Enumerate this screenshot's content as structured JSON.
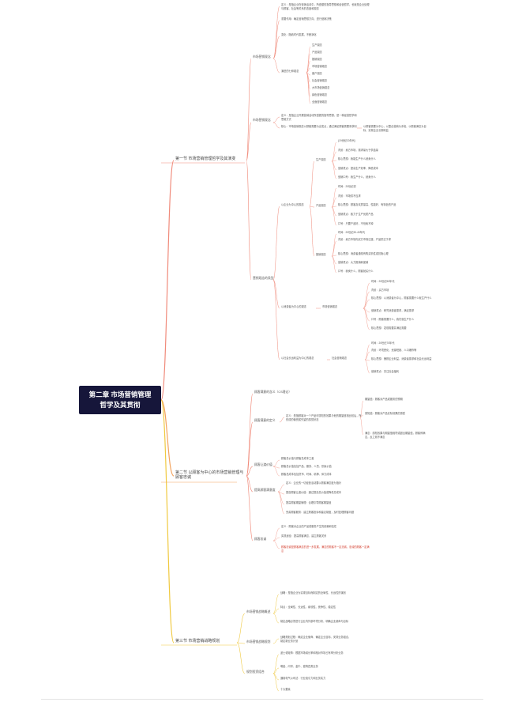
{
  "colors": {
    "s1": "#f08a7a",
    "s2": "#f3a35e",
    "s3": "#f0c93f",
    "root": "#16163a"
  },
  "root": {
    "line1": "第二章 市场营销管理",
    "line2": "哲学及其贯彻"
  },
  "sections": {
    "s1": "第一节 市场营销管理哲学及其演变",
    "s2": "第二节 以顾客为中心的市场营销管理与顾客忠诚",
    "s3": "第三节 市场营销战略规划"
  },
  "s1": {
    "b1": "市场营销观念",
    "b1_items": [
      "定义：是指企业在营销活动中，所遵循的指导思想和经营哲学，也就是企业处理与顾客、社会等关系的态度和观念",
      "重要作用：确定营销思想方向、进行营销决策",
      "变化：随着时代发展，不断演化"
    ],
    "b1_list_label": "演进的七种观念",
    "b1_list": [
      "生产观念",
      "产品观念",
      "推销观念",
      "市场营销观念",
      "客户观念",
      "社会营销观念",
      "大市场营销观念",
      "绿色营销观念",
      "全面营销观念"
    ],
    "b2": "市场营销观念",
    "b2_items": [
      "定义：是指企业开展营销活动所遵循的指导思想，是一种经营哲学和思维方式",
      "核心：市场营销观念以顾客需要为出发点，通过满足顾客需要来获利"
    ],
    "b2_note": "以顾客需要为中心，以整合营销为手段，以顾客满意为目标，实现企业长期利益",
    "b3": "营销观念的类型",
    "g1": "以企业为中心的观念",
    "g1a": "生产观念",
    "g1a_items": [
      "(19世纪20年代)",
      "背景：卖方市场，需求量大于供给量",
      "核心思想：我能生产什么就卖什么",
      "营销重点：提高生产效率、降低成本",
      "营销口号：我生产什么，就卖什么"
    ],
    "g1b": "产品观念",
    "g1b_items": [
      "时间：20世纪初",
      "背景：市场供不应求",
      "核心思想：顾客喜欢质量高、性能好、有特色的产品",
      "营销重点：致力于生产优质产品",
      "口号：只要产品好，不怕卖不掉"
    ],
    "g1c": "推销观念",
    "g1c_items": [
      "时间：20世纪30-40年代",
      "背景：卖方市场向买方市场过渡，产品供过于求",
      "核心思想：消费者通常有购买惰性或抗衡心理",
      "营销重点：大力推销和促销",
      "口号：我卖什么，顾客就买什么"
    ],
    "g2": "以消费者为中心的观念",
    "g2a": "市场营销观念",
    "g2a_items": [
      "时间：20世纪50年代",
      "背景：买方市场",
      "核心思想：以消费者为中心，顾客需要什么就生产什么",
      "营销重点：研究消费者需求，满足需求",
      "口号：顾客需要什么，我们就生产什么",
      "核心思想：发现需要并满足需要"
    ],
    "g3": "以社会长远利益为中心的观念",
    "g3a": "社会营销观念",
    "g3a_items": [
      "时间：20世纪70年代",
      "背景：环境恶化、资源短缺、人口爆炸等",
      "核心思想：兼顾企业利益、消费者需求和社会长远利益",
      "营销重点：关注社会福利"
    ]
  },
  "s2": {
    "c1": "顾客满意的含义（CS理论）",
    "c2": "顾客满意的定义",
    "c2_def": "定义：是指顾客对一个产品可感知的效果与他的期望值相比较后，所形成的愉悦或失望的感觉状态",
    "c2_items": [
      "期望值：顾客对产品或服务的预期",
      "感知值：顾客对产品实际效果的感受",
      "满意：感知效果与期望值相符或超出期望值，顾客即满意，反之则不满意"
    ],
    "c3": "顾客让渡价值",
    "c3_items": [
      "顾客总价值与顾客总成本之差",
      "顾客总价值包括产品、服务、人员、形象价值",
      "顾客总成本包括货币、时间、精神、体力成本"
    ],
    "c4": "提高顾客满意度",
    "c4_items": [
      "定义：企业的一切经营活动要以顾客满意度为指针",
      "提高顾客让渡价值：通过提高总价值或降低总成本",
      "提高顾客期望管理：合理引导顾客期望值",
      "完善顾客服务：建立顾客投诉和建议制度，及时处理顾客问题"
    ],
    "c5": "顾客忠诚",
    "c5_items": [
      "定义：顾客对企业的产品或服务产生的依赖和信任",
      "实现途径：提高顾客满意、建立顾客关系"
    ],
    "c5_note": "顾客忠诚是顾客满意的进一步发展，满意的顾客不一定忠诚，忠诚的顾客一定满意"
  },
  "s3": {
    "d1": "市场营销战略概述",
    "d1_items": [
      "战略：是指企业为实现目标而制定的全局性、长远性的谋划",
      "特点：全局性、长远性、纲领性、竞争性、稳定性",
      "制定战略必须进行企业内外部环境分析，明确企业使命与目标"
    ],
    "d2": "市场营销战略规划",
    "d2_items": [
      "战略规划过程：确定企业使命、确定企业目标、安排业务组合、制定新业务计划"
    ],
    "d3": "规划投资组合",
    "d3_items": [
      "波士顿矩阵：根据市场增长率和相对市场占有率分析业务",
      "明星、问号、金牛、瘦狗四类业务",
      "通用电气公司法：行业吸引力和业务实力",
      "十大要素"
    ]
  }
}
